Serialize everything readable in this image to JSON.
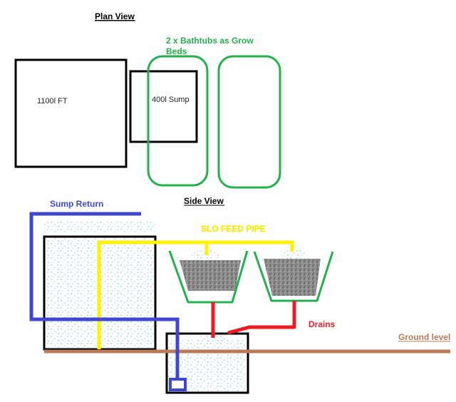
{
  "plan": {
    "title": "Plan View",
    "grow_beds_line1": "2 x Bathtubs as Grow",
    "grow_beds_line2": "Beds",
    "fish_tank_label": "1100l FT",
    "sump_label": "400l Sump"
  },
  "side": {
    "title": "Side View",
    "sump_return_label": "Sump Return",
    "slo_feed_label": "SLO FEED PIPE",
    "drains_label": "Drains",
    "ground_label": "Ground level"
  },
  "colors": {
    "outline": "#000000",
    "grow_bed": "#22b14c",
    "sump_return": "#3f48cc",
    "feed_pipe": "#fff200",
    "drain": "#ed1c24",
    "ground": "#b97a57",
    "water": "#99d9ea",
    "media": "#7f7f7f"
  }
}
